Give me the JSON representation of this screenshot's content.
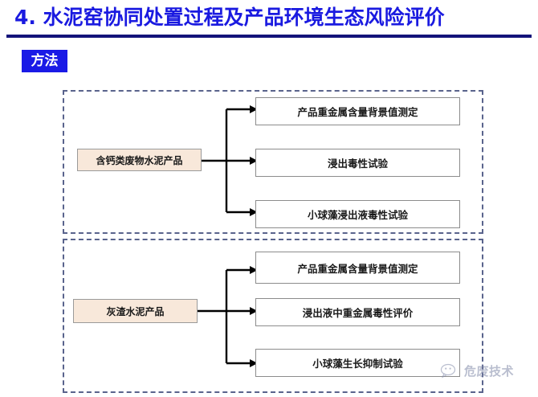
{
  "slide": {
    "title": "4. 水泥窑协同处置过程及产品环境生态风险评价",
    "title_color": "#1a1ae0",
    "rule_color": "#13137a",
    "badge": {
      "label": "方法",
      "bg_color": "#1a1ae6",
      "text_color": "#ffffff"
    }
  },
  "diagram": {
    "panel_border_color": "#59638c",
    "source_fill_color": "#f8e8da",
    "box_border_color": "#8c8c8c",
    "sections": [
      {
        "id": "calcium",
        "source": "含钙类废物水泥产品",
        "targets": [
          "产品重金属含量背景值测定",
          "浸出毒性试验",
          "小球藻浸出液毒性试验"
        ]
      },
      {
        "id": "ash",
        "source": "灰渣水泥产品",
        "targets": [
          "产品重金属含量背景值测定",
          "浸出液中重金属毒性评价",
          "小球藻生长抑制试验"
        ]
      }
    ]
  },
  "watermark": {
    "text": "危废技术",
    "icon": "wechat-bubble-icon",
    "color": "#8189a8"
  }
}
